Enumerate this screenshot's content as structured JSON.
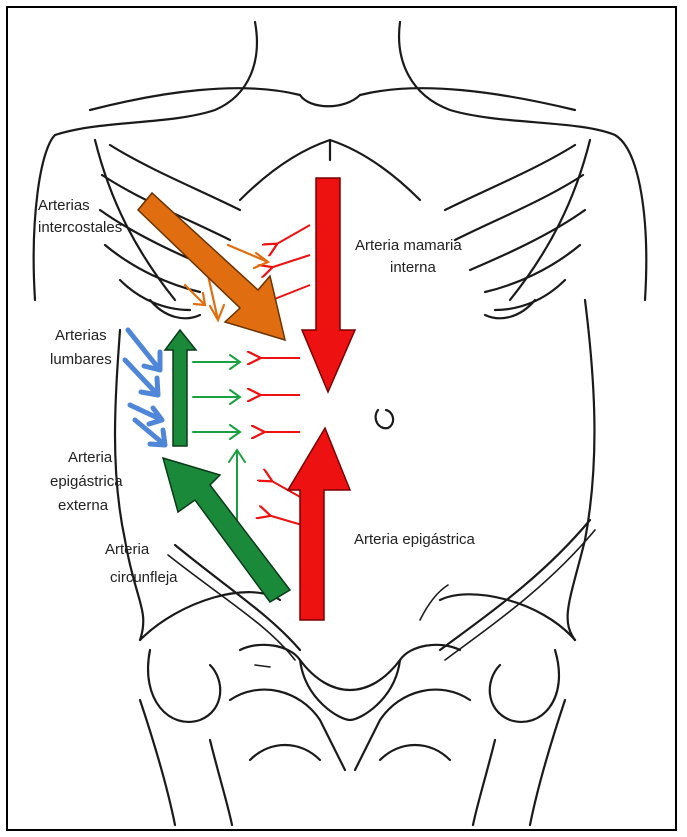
{
  "labels": {
    "intercostales": [
      "Arterias",
      "intercostales"
    ],
    "mamaria": [
      "Arteria mamaria",
      "interna"
    ],
    "lumbares": [
      "Arterias",
      "lumbares"
    ],
    "epigastrica_externa": [
      "Arteria",
      "epigástrica",
      "externa"
    ],
    "circunfleja": [
      "Arteria",
      "circunfleja"
    ],
    "epigastrica": [
      "Arteria epigástrica"
    ]
  },
  "colors": {
    "red": "#ee1111",
    "orange": "#e06e10",
    "green": "#1a8a3a",
    "blue": "#4f86d8",
    "outline": "#1a1a1a"
  }
}
